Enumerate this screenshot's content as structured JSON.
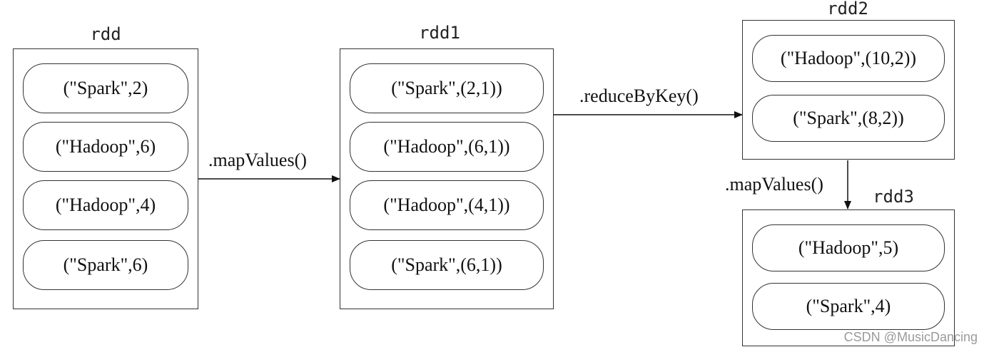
{
  "rdd": {
    "title": "rdd",
    "items": [
      "(\"Spark\",2)",
      "(\"Hadoop\",6)",
      "(\"Hadoop\",4)",
      "(\"Spark\",6)"
    ]
  },
  "rdd1": {
    "title": "rdd1",
    "items": [
      "(\"Spark\",(2,1))",
      "(\"Hadoop\",(6,1))",
      "(\"Hadoop\",(4,1))",
      "(\"Spark\",(6,1))"
    ]
  },
  "rdd2": {
    "title": "rdd2",
    "items": [
      "(\"Hadoop\",(10,2))",
      "(\"Spark\",(8,2))"
    ]
  },
  "rdd3": {
    "title": "rdd3",
    "items": [
      "(\"Hadoop\",5)",
      "(\"Spark\",4)"
    ]
  },
  "operations": {
    "rdd_to_rdd1": ".mapValues()",
    "rdd1_to_rdd2": ".reduceByKey()",
    "rdd2_to_rdd3": ".mapValues()"
  },
  "watermark": "CSDN @MusicDancing",
  "colors": {
    "stroke": "#333333",
    "text": "#111111",
    "watermark": "#9a9a9a"
  }
}
